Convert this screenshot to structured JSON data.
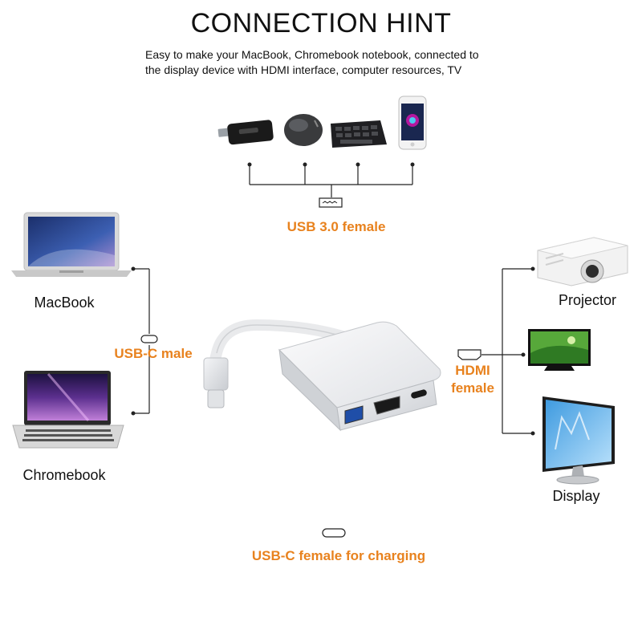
{
  "header": {
    "title": "CONNECTION HINT",
    "subtitle_line1": "Easy to make your MacBook, Chromebook notebook, connected to",
    "subtitle_line2": "the display device with HDMI interface, computer resources, TV"
  },
  "ports": {
    "usb30": "USB 3.0 female",
    "usbc_male": "USB-C male",
    "hdmi_line1": "HDMI",
    "hdmi_line2": "female",
    "usbc_charging": "USB-C female for charging"
  },
  "devices": {
    "macbook": "MacBook",
    "chromebook": "Chromebook",
    "projector": "Projector",
    "display": "Display"
  },
  "colors": {
    "accent": "#e8821e",
    "line": "#222222"
  }
}
